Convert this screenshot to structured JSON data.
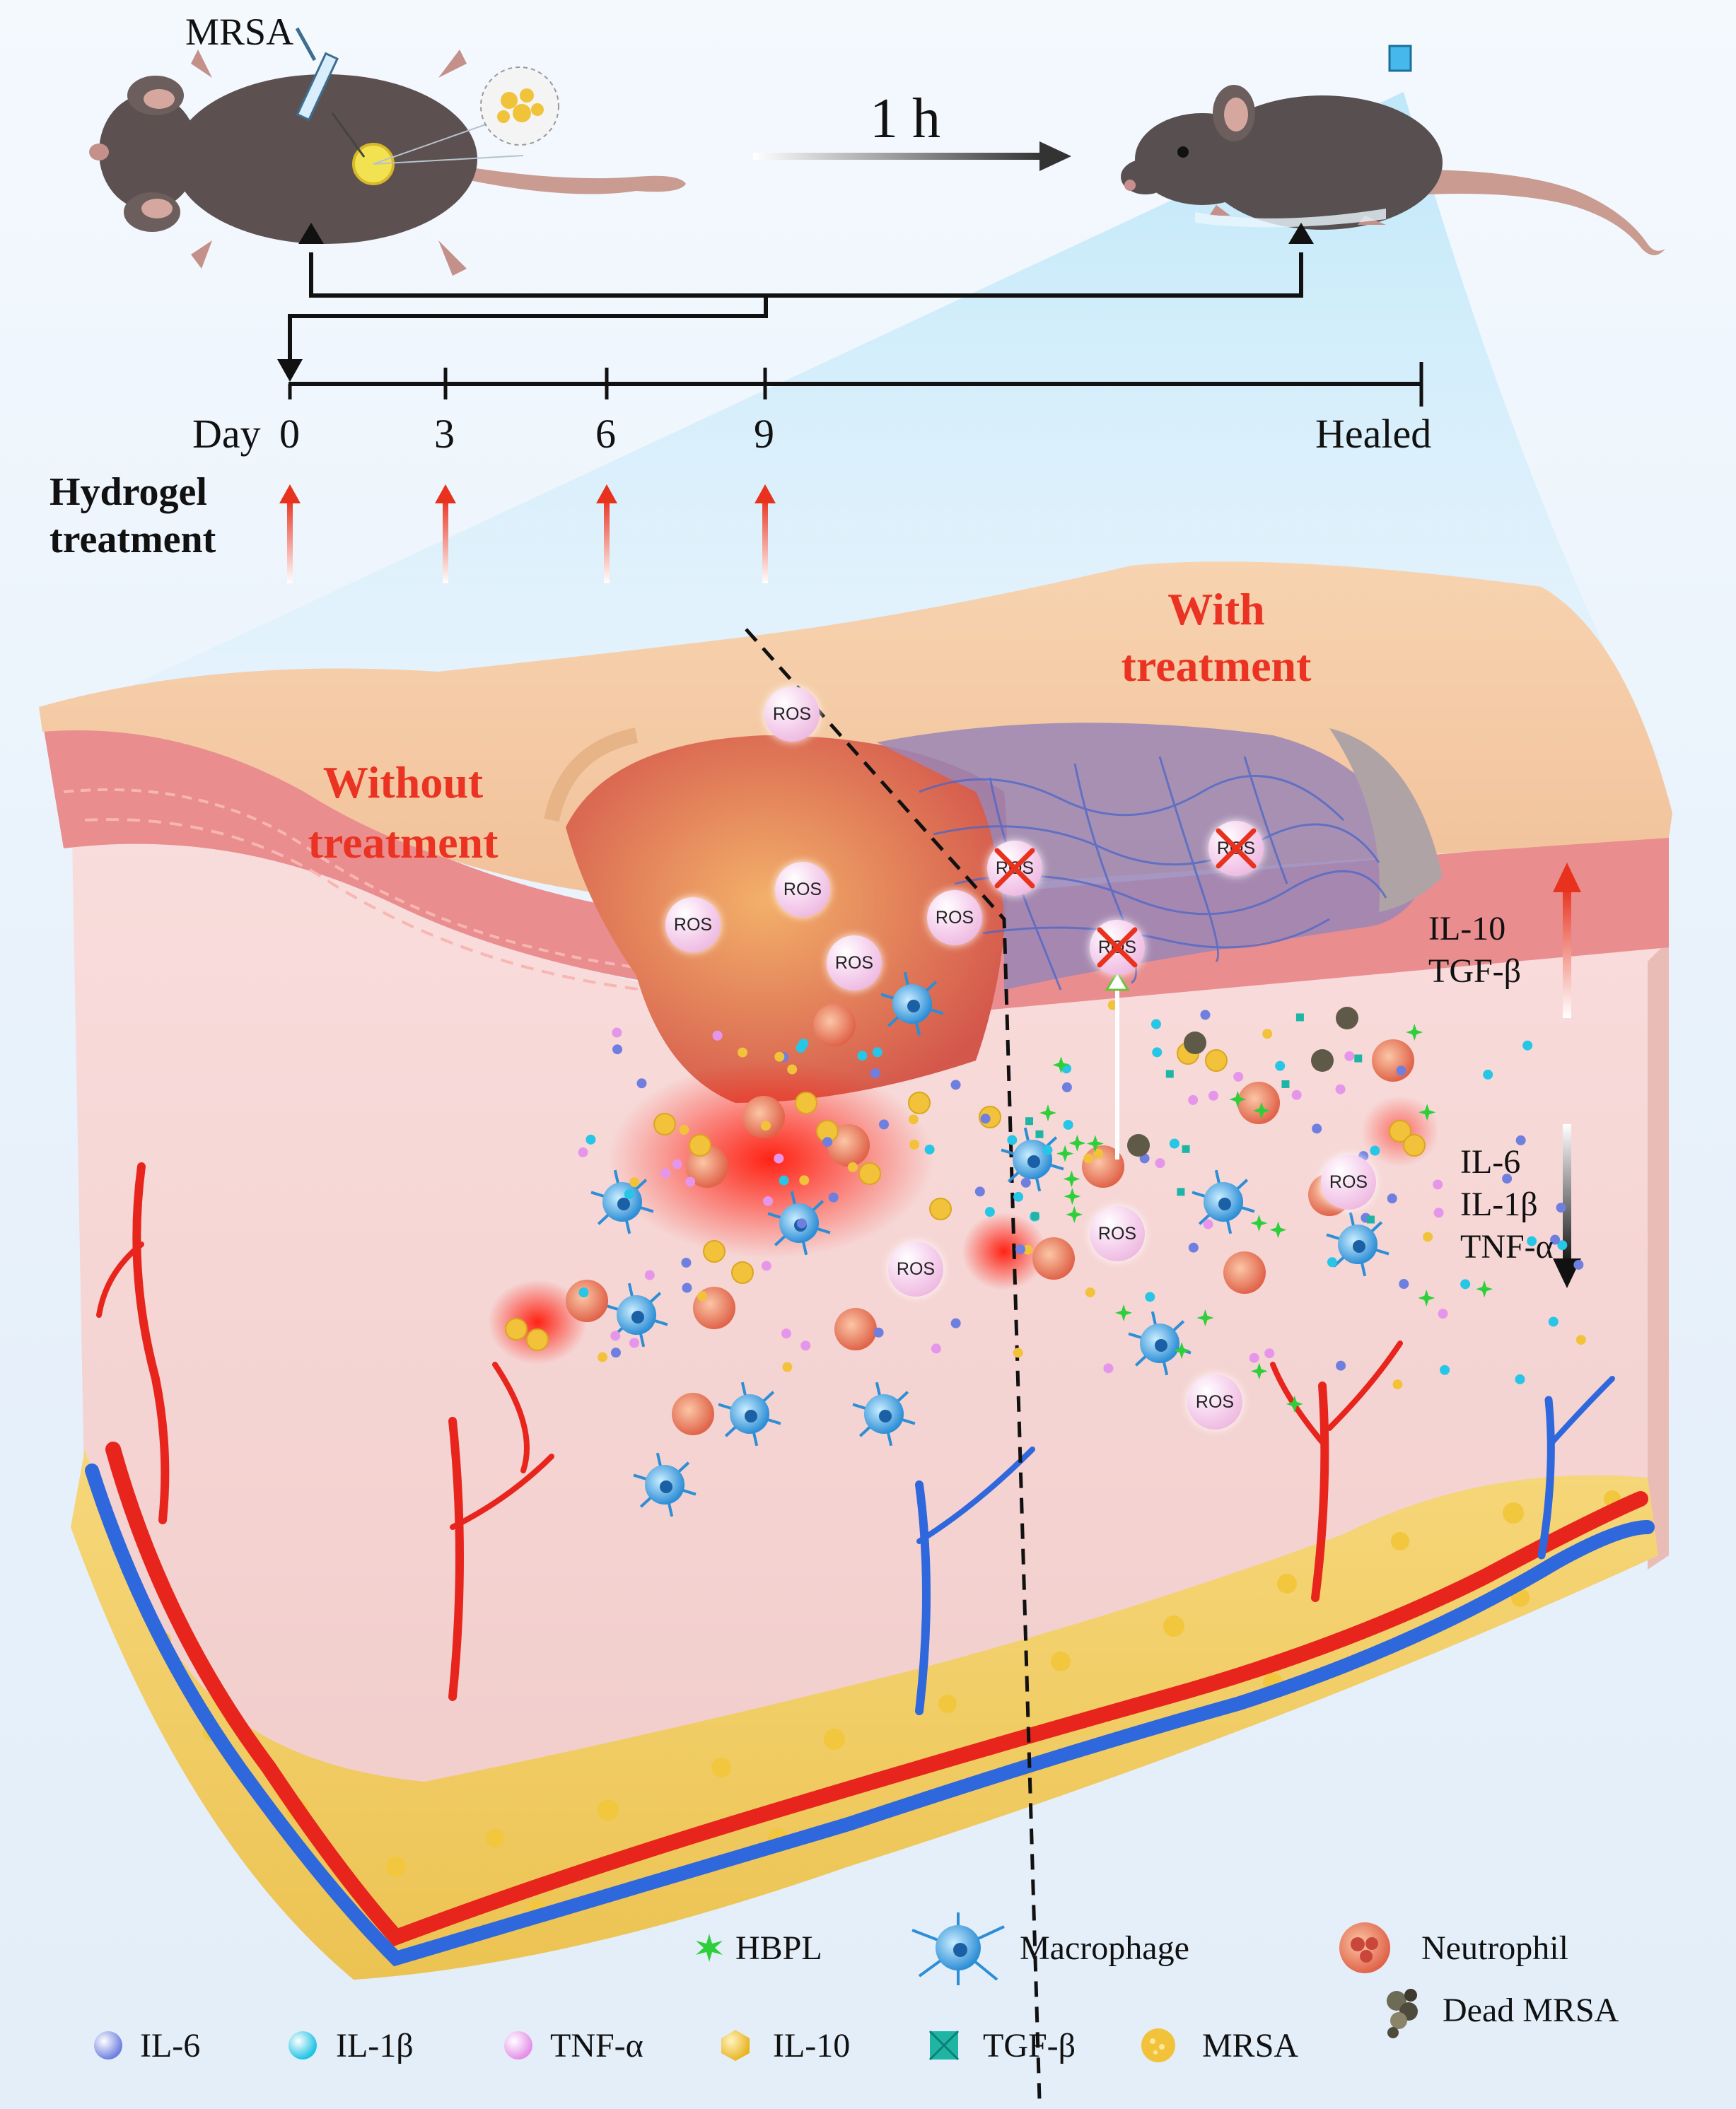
{
  "timeline": {
    "mrsa_label": "MRSA",
    "interval_label": "1 h",
    "day_prefix": "Day",
    "ticks": [
      "0",
      "3",
      "6",
      "9"
    ],
    "end_label": "Healed",
    "treatment_line1": "Hydrogel",
    "treatment_line2": "treatment"
  },
  "panels": {
    "without_line1": "Without",
    "without_line2": "treatment",
    "with_line1": "With",
    "with_line2": "treatment"
  },
  "ros_label": "ROS",
  "markers": {
    "up_line1": "IL-10",
    "up_line2": "TGF-β",
    "down_line1": "IL-6",
    "down_line2": "IL-1β",
    "down_line3": "TNF-α"
  },
  "legend": {
    "hbpl": "HBPL",
    "macrophage": "Macrophage",
    "neutrophil": "Neutrophil",
    "il6": "IL-6",
    "il1b": "IL-1β",
    "tnfa": "TNF-α",
    "il10": "IL-10",
    "tgfb": "TGF-β",
    "mrsa": "MRSA",
    "dead_mrsa": "Dead MRSA"
  },
  "colors": {
    "accent_red": "#ea3323",
    "il6": "#6f7fe0",
    "il1b": "#27c6e6",
    "tnfa": "#e596ea",
    "il10": "#f2c23a",
    "tgfb": "#1fb5a5",
    "hbpl": "#2fcf3c"
  }
}
